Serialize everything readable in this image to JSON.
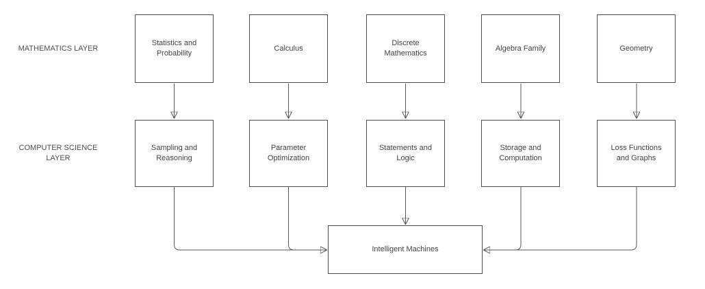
{
  "diagram": {
    "layers": [
      {
        "label": "MATHEMATICS LAYER"
      },
      {
        "label": "COMPUTER SCIENCE LAYER"
      }
    ],
    "math_nodes": [
      {
        "label": "Statistics and Probability"
      },
      {
        "label": "Calculus"
      },
      {
        "label": "Discrete Mathematics"
      },
      {
        "label": "Algebra Family"
      },
      {
        "label": "Geometry"
      }
    ],
    "cs_nodes": [
      {
        "label": "Sampling and Reasoning"
      },
      {
        "label": "Parameter Optimization"
      },
      {
        "label": "Statements and Logic"
      },
      {
        "label": "Storage and Computation"
      },
      {
        "label": "Loss Functions and Graphs"
      }
    ],
    "output_node": {
      "label": "Intelligent Machines"
    },
    "edges": [
      {
        "from": "Statistics and Probability",
        "to": "Sampling and Reasoning"
      },
      {
        "from": "Calculus",
        "to": "Parameter Optimization"
      },
      {
        "from": "Discrete Mathematics",
        "to": "Statements and Logic"
      },
      {
        "from": "Algebra Family",
        "to": "Storage and Computation"
      },
      {
        "from": "Geometry",
        "to": "Loss Functions and Graphs"
      },
      {
        "from": "Sampling and Reasoning",
        "to": "Intelligent Machines"
      },
      {
        "from": "Parameter Optimization",
        "to": "Intelligent Machines"
      },
      {
        "from": "Statements and Logic",
        "to": "Intelligent Machines"
      },
      {
        "from": "Storage and Computation",
        "to": "Intelligent Machines"
      },
      {
        "from": "Loss Functions and Graphs",
        "to": "Intelligent Machines"
      }
    ],
    "colors": {
      "stroke": "#545454",
      "node_border": "#4a4a4a",
      "text": "#424242",
      "background": "#ffffff"
    }
  }
}
